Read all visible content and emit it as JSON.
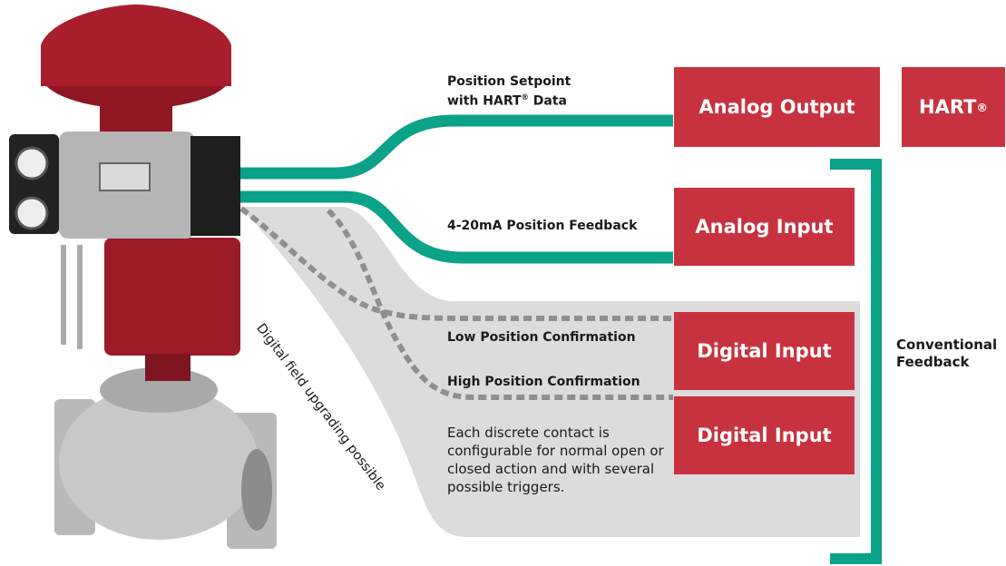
{
  "colors": {
    "accent_teal": "#0aa289",
    "box_red": "#c8323f",
    "panel_gray": "#dcdcdc",
    "dash_gray": "#8f8f8f",
    "valve_red": "#9b1b26",
    "valve_steel": "#c9c9c9"
  },
  "signals": {
    "setpoint_line1": "Position Setpoint",
    "setpoint_line2_pre": "with HART",
    "setpoint_line2_sup": "®",
    "setpoint_line2_post": " Data",
    "feedback": "4-20mA Position Feedback",
    "low_confirm": "Low Position Confirmation",
    "high_confirm": "High Position Confirmation"
  },
  "boxes": {
    "analog_output": "Analog Output",
    "hart": "HART",
    "hart_sup": "®",
    "analog_input": "Analog Input",
    "digital_input_1": "Digital Input",
    "digital_input_2": "Digital Input"
  },
  "bracket_label": {
    "line1": "Conventional",
    "line2": "Feedback"
  },
  "discrete_note": "Each discrete contact is configurable for normal open or closed action and with several possible triggers.",
  "diagonal_label": "Digital field upgrading possible",
  "icons": [
    "valve-actuator-image"
  ]
}
